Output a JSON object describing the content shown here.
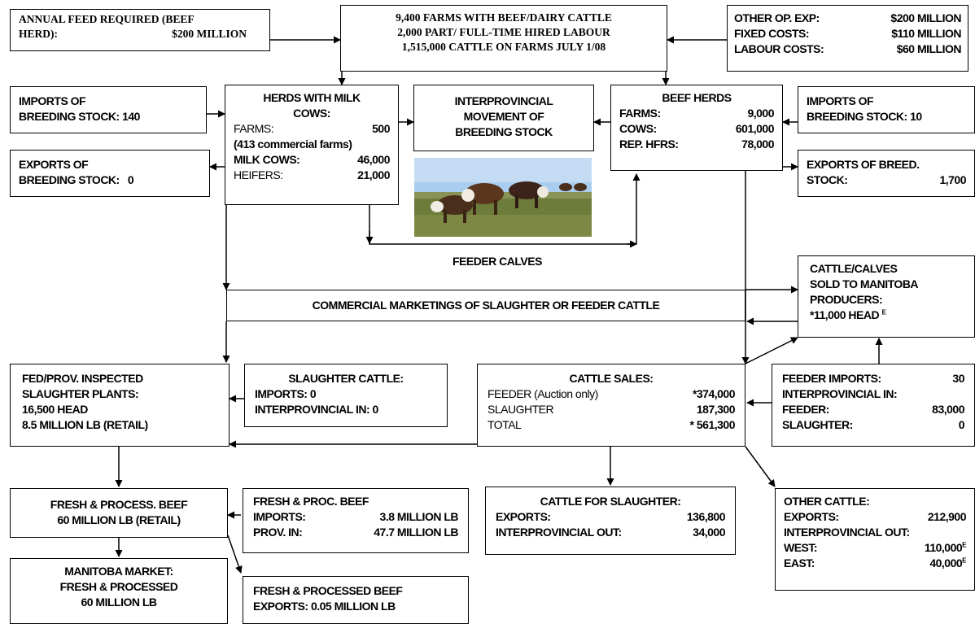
{
  "feed_box": {
    "line1": "ANNUAL FEED REQUIRED (BEEF",
    "line2": "HERD):",
    "value": "$200 MILLION"
  },
  "top_box": {
    "line1": "9,400 FARMS WITH BEEF/DAIRY CATTLE",
    "line2": "2,000 PART/ FULL-TIME HIRED LABOUR",
    "line3": "1,515,000 CATTLE ON FARMS JULY 1/08"
  },
  "costs_box": {
    "rows": [
      {
        "label": "OTHER OP. EXP:",
        "value": "$200 MILLION"
      },
      {
        "label": "FIXED COSTS:",
        "value": "$110 MILLION"
      },
      {
        "label": "LABOUR COSTS:",
        "value": "$60 MILLION"
      }
    ]
  },
  "imports_milk_box": {
    "line1": "IMPORTS OF",
    "line2": "BREEDING STOCK:",
    "value": "140"
  },
  "milk_herds_box": {
    "title1": "HERDS WITH MILK",
    "title2": "COWS:",
    "farms_label": "FARMS:",
    "farms_value": "500",
    "commercial": "(413 commercial farms)",
    "milkcows_label": "MILK COWS:",
    "milkcows_value": "46,000",
    "heifers_label": "HEIFERS:",
    "heifers_value": "21,000"
  },
  "interprov_box": {
    "line1": "INTERPROVINCIAL",
    "line2": "MOVEMENT OF",
    "line3": "BREEDING STOCK"
  },
  "beef_herds_box": {
    "title": "BEEF HERDS",
    "rows": [
      {
        "label": "FARMS:",
        "value": "9,000"
      },
      {
        "label": "COWS:",
        "value": "601,000"
      },
      {
        "label": "REP. HFRS:",
        "value": "78,000"
      }
    ]
  },
  "imports_beef_box": {
    "line1": "IMPORTS OF",
    "line2": "BREEDING STOCK:",
    "value": "10"
  },
  "exports_milk_box": {
    "line1": "EXPORTS OF",
    "line2": "BREEDING STOCK:",
    "value": "0"
  },
  "exports_beef_box": {
    "line1": "EXPORTS OF BREED.",
    "line2": "STOCK:",
    "value": "1,700"
  },
  "feeder_calves_label": "FEEDER CALVES",
  "manitoba_sold_box": {
    "line1": "CATTLE/CALVES",
    "line2": "SOLD TO MANITOBA",
    "line3": "PRODUCERS:",
    "line4": "*11,000 HEAD",
    "mark": "E"
  },
  "commercial_box": {
    "text": "COMMERCIAL MARKETINGS OF SLAUGHTER OR FEEDER CATTLE"
  },
  "plants_box": {
    "line1": "FED/PROV. INSPECTED",
    "line2": "SLAUGHTER PLANTS:",
    "line3": "16,500 HEAD",
    "line4": "8.5 MILLION LB (RETAIL)"
  },
  "slaughter_cattle_box": {
    "title": "SLAUGHTER CATTLE:",
    "line1": "IMPORTS:  0",
    "line2": "INTERPROVINCIAL IN: 0"
  },
  "cattle_sales_box": {
    "title": "CATTLE SALES:",
    "rows": [
      {
        "label": "FEEDER (Auction only)",
        "value": "*374,000"
      },
      {
        "label": "SLAUGHTER",
        "value": "187,300"
      },
      {
        "label": "TOTAL",
        "value": "* 561,300"
      }
    ]
  },
  "feeder_imports_box": {
    "rows": [
      {
        "label": "FEEDER IMPORTS:",
        "value": "30"
      },
      {
        "label": "INTERPROVINCIAL IN:",
        "value": ""
      },
      {
        "label": "FEEDER:",
        "value": "83,000"
      },
      {
        "label": "SLAUGHTER:",
        "value": "0"
      }
    ]
  },
  "fresh_proc_box": {
    "line1": "FRESH & PROCESS. BEEF",
    "line2": "60 MILLION LB  (RETAIL)"
  },
  "fresh_imports_box": {
    "title": "FRESH & PROC. BEEF",
    "rows": [
      {
        "label": "IMPORTS:",
        "value": "3.8 MILLION  LB"
      },
      {
        "label": "PROV. IN:",
        "value": "47.7 MILLION  LB"
      }
    ]
  },
  "cattle_slaughter_box": {
    "title": "CATTLE FOR SLAUGHTER:",
    "rows": [
      {
        "label": "EXPORTS:",
        "value": "136,800"
      },
      {
        "label": "INTERPROVINCIAL OUT:",
        "value": "34,000"
      }
    ]
  },
  "other_cattle_box": {
    "title": "OTHER CATTLE:",
    "exports_label": "EXPORTS:",
    "exports_value": "212,900",
    "interprov": "INTERPROVINCIAL  OUT:",
    "west_label": "WEST:",
    "west_value": "110,000",
    "west_mark": "E",
    "east_label": "EAST:",
    "east_value": "40,000",
    "east_mark": "E"
  },
  "market_box": {
    "line1": "MANITOBA MARKET:",
    "line2": "FRESH & PROCESSED",
    "line3": "60 MILLION LB"
  },
  "fresh_exports_box": {
    "title": "FRESH & PROCESSED BEEF",
    "line1": "EXPORTS:  0.05 MILLION  LB"
  },
  "colors": {
    "line": "#000000",
    "background": "#ffffff",
    "sky": "#9ec7ea",
    "grass": "#6b7a3a"
  }
}
